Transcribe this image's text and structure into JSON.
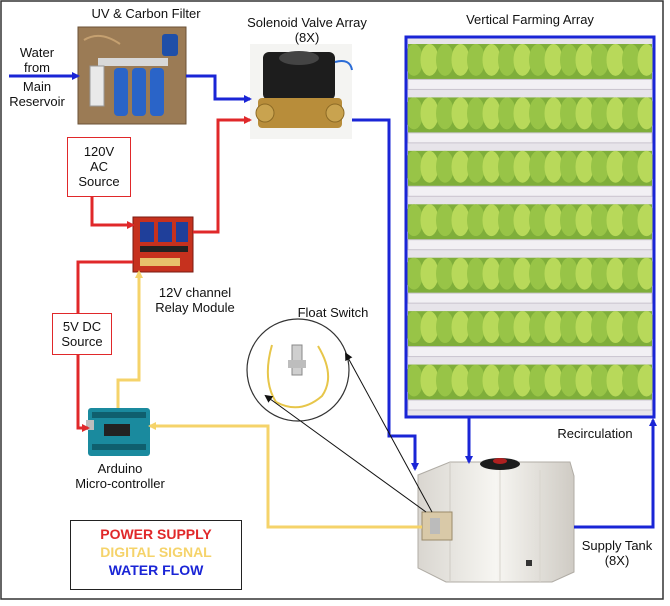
{
  "labels": {
    "uv_filter": "UV & Carbon Filter",
    "solenoid_title": "Solenoid Valve Array",
    "solenoid_count": "(8X)",
    "farm": "Vertical Farming Array",
    "water_source_1": "Water",
    "water_source_2": "from",
    "water_source_3": "Main",
    "water_source_4": "Reservoir",
    "ac_1": "120V",
    "ac_2": "AC",
    "ac_3": "Source",
    "dc_1": "5V DC",
    "dc_2": "Source",
    "relay_1": "12V channel",
    "relay_2": "Relay Module",
    "float": "Float Switch",
    "arduino_1": "Arduino",
    "arduino_2": "Micro-controller",
    "recirc": "Recirculation",
    "tank_1": "Supply Tank",
    "tank_2": "(8X)"
  },
  "legend": {
    "power": "POWER SUPPLY",
    "digital": "DIGITAL SIGNAL",
    "water": "WATER FLOW"
  },
  "colors": {
    "power": "#e0282a",
    "digital": "#f5d36a",
    "water": "#1a25d6"
  }
}
